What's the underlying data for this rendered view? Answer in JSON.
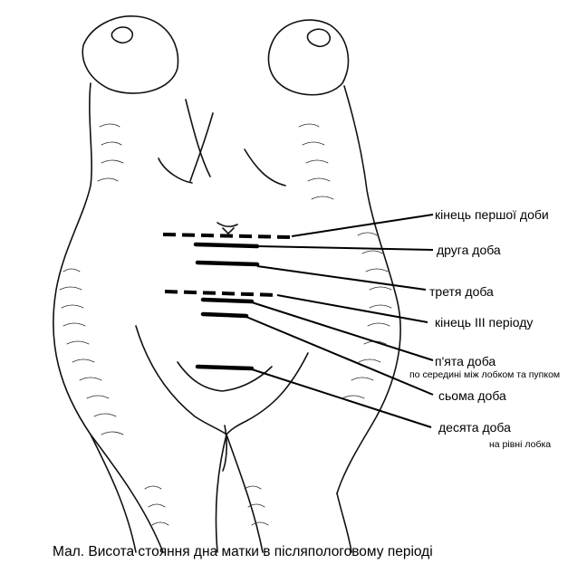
{
  "labels": {
    "end_first_day": "кінець першої доби",
    "second_day": "друга доба",
    "third_day": "третя доба",
    "end_third_period": "кінець ІІІ періоду",
    "fifth_day": "п'ята доба",
    "fifth_day_note": "по середині між лобком та пупком",
    "seventh_day": "сьома доба",
    "tenth_day": "десята доба",
    "tenth_day_note": "на рівні лобка"
  },
  "caption": "Мал. Висота стояння дна матки в післяпологовому періоді"
}
